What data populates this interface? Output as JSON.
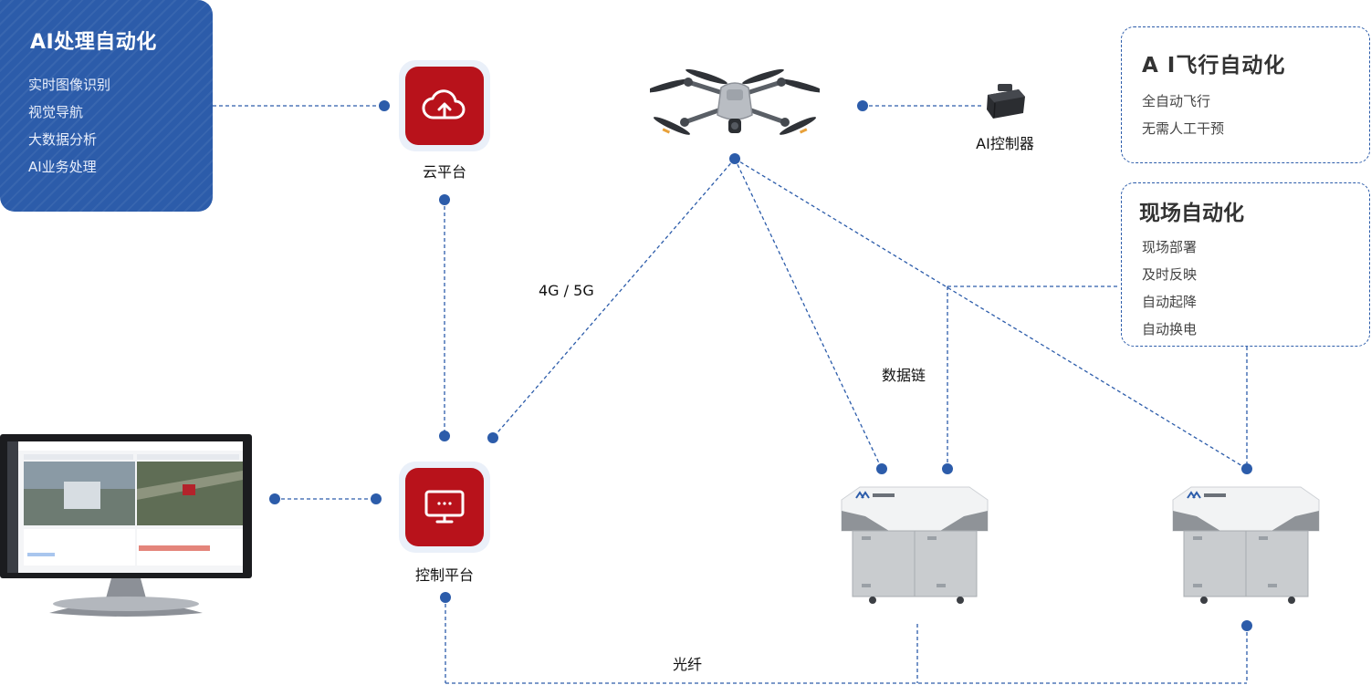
{
  "ai_processing": {
    "title": "AI处理自动化",
    "items": [
      "实时图像识别",
      "视觉导航",
      "大数据分析",
      "AI业务处理"
    ]
  },
  "ai_flight": {
    "title": "A I飞行自动化",
    "items": [
      "全自动飞行",
      "无需人工干预"
    ]
  },
  "site_automation": {
    "title": "现场自动化",
    "items": [
      "现场部署",
      "及时反映",
      "自动起降",
      "自动换电"
    ]
  },
  "nodes": {
    "cloud": "云平台",
    "control": "控制平台",
    "ai_controller": "AI控制器"
  },
  "links": {
    "network": "4G / 5G",
    "datalink": "数据链",
    "fiber": "光纤"
  },
  "colors": {
    "accent_blue": "#2c5caa",
    "platform_red": "#b8121b",
    "dot_blue": "#2c5caa"
  }
}
